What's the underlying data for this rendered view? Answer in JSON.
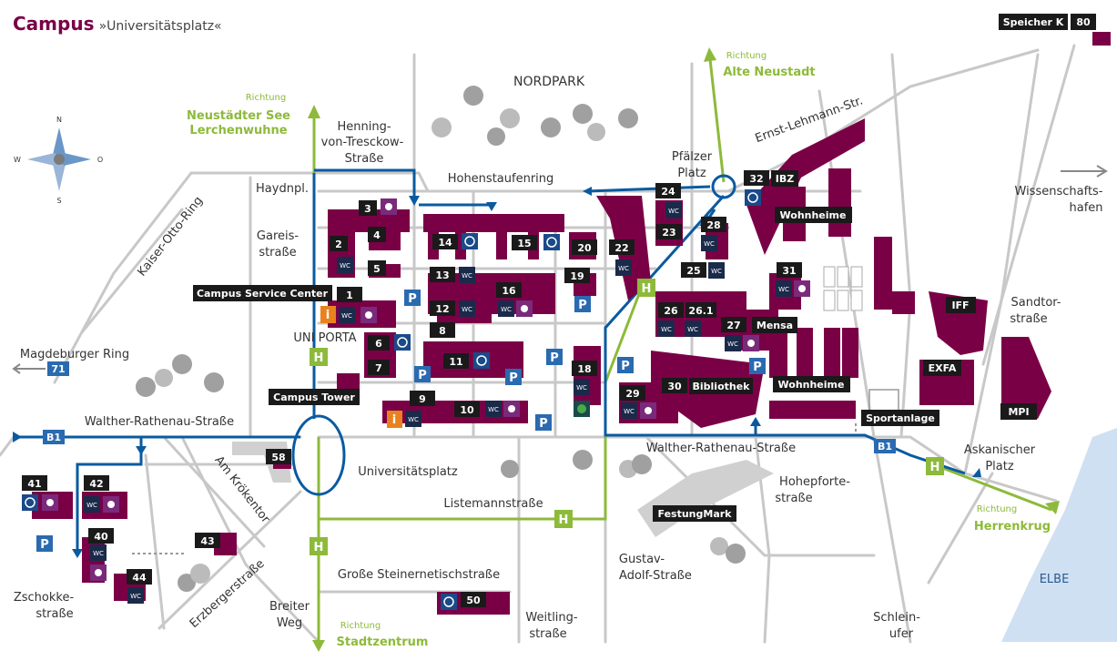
{
  "header": {
    "title": "Campus",
    "subtitle": "»Universitätsplatz«",
    "speicher_label": "Speicher K",
    "speicher_number": "80"
  },
  "compass": {
    "n": "N",
    "o": "O",
    "s": "S",
    "w": "W"
  },
  "areas": {
    "nordpark": "NORDPARK",
    "uniporta": "UNI PORTA",
    "elbe": "ELBE"
  },
  "streets": {
    "hohenstaufenring": "Hohenstaufenring",
    "henning1": "Henning-",
    "henning2": "von-Tresckow-",
    "henning3": "Straße",
    "haydnpl": "Haydnpl.",
    "gareis1": "Gareis-",
    "gareis2": "straße",
    "kaiser": "Kaiser-Otto-Ring",
    "magdeburger": "Magdeburger Ring",
    "walther_w": "Walther-Rathenau-Straße",
    "walther_e": "Walther-Rathenau-Straße",
    "universitaetsplatz": "Universitätsplatz",
    "listemann": "Listemannstraße",
    "steinernetisch": "Große Steinernetischstraße",
    "breiter1": "Breiter",
    "breiter2": "Weg",
    "weitling1": "Weitling-",
    "weitling2": "straße",
    "gustav1": "Gustav-",
    "gustav2": "Adolf-Straße",
    "hohepforte1": "Hohepforte-",
    "hohepforte2": "straße",
    "schleinufer1": "Schlein-",
    "schleinufer2": "ufer",
    "askanischer1": "Askanischer",
    "askanischer2": "Platz",
    "sandtor1": "Sandtor-",
    "sandtor2": "straße",
    "ernst": "Ernst-Lehmann-Str.",
    "pfaelzer1": "Pfälzer",
    "pfaelzer2": "Platz",
    "wissenschaft1": "Wissenschafts-",
    "wissenschaft2": "hafen",
    "kroekentor": "Am Krökentor",
    "erzberger": "Erzbergerstraße",
    "zschokke1": "Zschokke-",
    "zschokke2": "straße"
  },
  "directions": {
    "richtung": "Richtung",
    "neustaedter1": "Neustädter See",
    "neustaedter2": "Lerchenwuhne",
    "alte_neustadt": "Alte Neustadt",
    "stadtzentrum": "Stadtzentrum",
    "herrenkrug": "Herrenkrug"
  },
  "roads": {
    "b1": "B1",
    "r71": "71"
  },
  "buildings": {
    "b1": "1",
    "b2": "2",
    "b3": "3",
    "b4": "4",
    "b5": "5",
    "b6": "6",
    "b7": "7",
    "b8": "8",
    "b9": "9",
    "b10": "10",
    "b11": "11",
    "b12": "12",
    "b13": "13",
    "b14": "14",
    "b15": "15",
    "b16": "16",
    "b18": "18",
    "b19": "19",
    "b20": "20",
    "b22": "22",
    "b23": "23",
    "b24": "24",
    "b25": "25",
    "b26": "26",
    "b261": "26.1",
    "b27": "27",
    "b28": "28",
    "b29": "29",
    "b30": "30",
    "b31": "31",
    "b32": "32",
    "b40": "40",
    "b41": "41",
    "b42": "42",
    "b43": "43",
    "b44": "44",
    "b50": "50",
    "b58": "58"
  },
  "named": {
    "csc": "Campus Service Center",
    "tower": "Campus Tower",
    "mensa": "Mensa",
    "bibliothek": "Bibliothek",
    "wohnheime1": "Wohnheime",
    "wohnheime2": "Wohnheime",
    "ibz": "IBZ",
    "iff": "IFF",
    "exfa": "EXFA",
    "mpi": "MPI",
    "sportanlage": "Sportanlage",
    "festungmark": "FestungMark"
  },
  "symbols": {
    "parking": "P",
    "stop": "H",
    "info": "i",
    "wc": "WC"
  },
  "colors": {
    "building": "#7a0046",
    "route_blue": "#0a5aa0",
    "green": "#8dba3a",
    "street": "#c8c8c8",
    "label": "#1a1a1a",
    "info_orange": "#e8821e"
  }
}
